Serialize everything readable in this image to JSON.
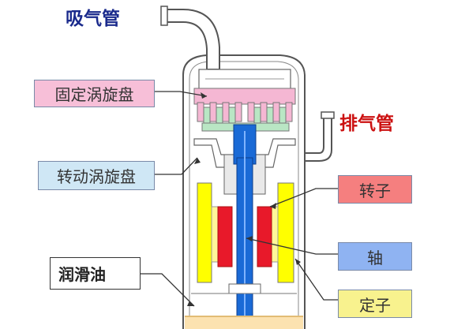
{
  "diagram": {
    "suction_pipe": "吸气管",
    "discharge_pipe": "排气管",
    "fixed_scroll": "固定涡旋盘",
    "orbiting_scroll": "转动涡旋盘",
    "lubricating_oil": "润滑油",
    "rotor": "转子",
    "shaft": "轴",
    "stator": "定子"
  },
  "colors": {
    "suction_text": "#1a2a8c",
    "discharge_text": "#cc1111",
    "fixed_scroll_fill": "#f7bfd8",
    "orbiting_scroll_fill": "#cfe7f5",
    "rotor_fill": "#f57f7f",
    "shaft_fill": "#8fb3f2",
    "stator_fill": "#f8f28e",
    "oil_fill": "#ffffff",
    "rotor_red": "#e8192a",
    "stator_yellow": "#ffff00",
    "shaft_blue": "#1a6ad6",
    "scroll_pink": "#f5b7d3",
    "scroll_green": "#b9e6c4"
  }
}
